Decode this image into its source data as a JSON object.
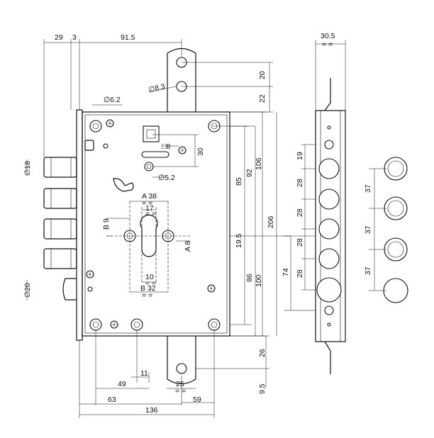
{
  "top_dims": {
    "d29": "29",
    "d3": "3",
    "d915": "91.5",
    "d305": "30.5"
  },
  "right_dims": {
    "d20": "20",
    "d22": "22",
    "d30": "30",
    "d85": "85",
    "d92": "92",
    "d106": "106",
    "d206": "206",
    "d195": "19.5",
    "d86": "86",
    "d100": "100",
    "d26": "26",
    "d95": "9.5"
  },
  "bottom_dims": {
    "d11": "11",
    "d49": "49",
    "d25": "25",
    "d63": "63",
    "d59": "59",
    "d136": "136"
  },
  "diameters": {
    "phi62": "∅6.2",
    "phi83": "∅8.3",
    "sq8": "□8",
    "phi52": "∅5.2",
    "phi18": "∅18",
    "phi20": "∅20"
  },
  "cylinder_dims": {
    "a38": "A 38",
    "d17": "17",
    "b9": "B 9",
    "a8": "A 8",
    "d10": "10",
    "b32": "B 32",
    "eq": "= ="
  },
  "side_dims": {
    "d19": "19",
    "d28a": "28",
    "d28b": "28",
    "d28c": "28",
    "d28d": "28",
    "d74": "74"
  },
  "bolt_dims": {
    "d37a": "37",
    "d37b": "37",
    "d37c": "37"
  }
}
